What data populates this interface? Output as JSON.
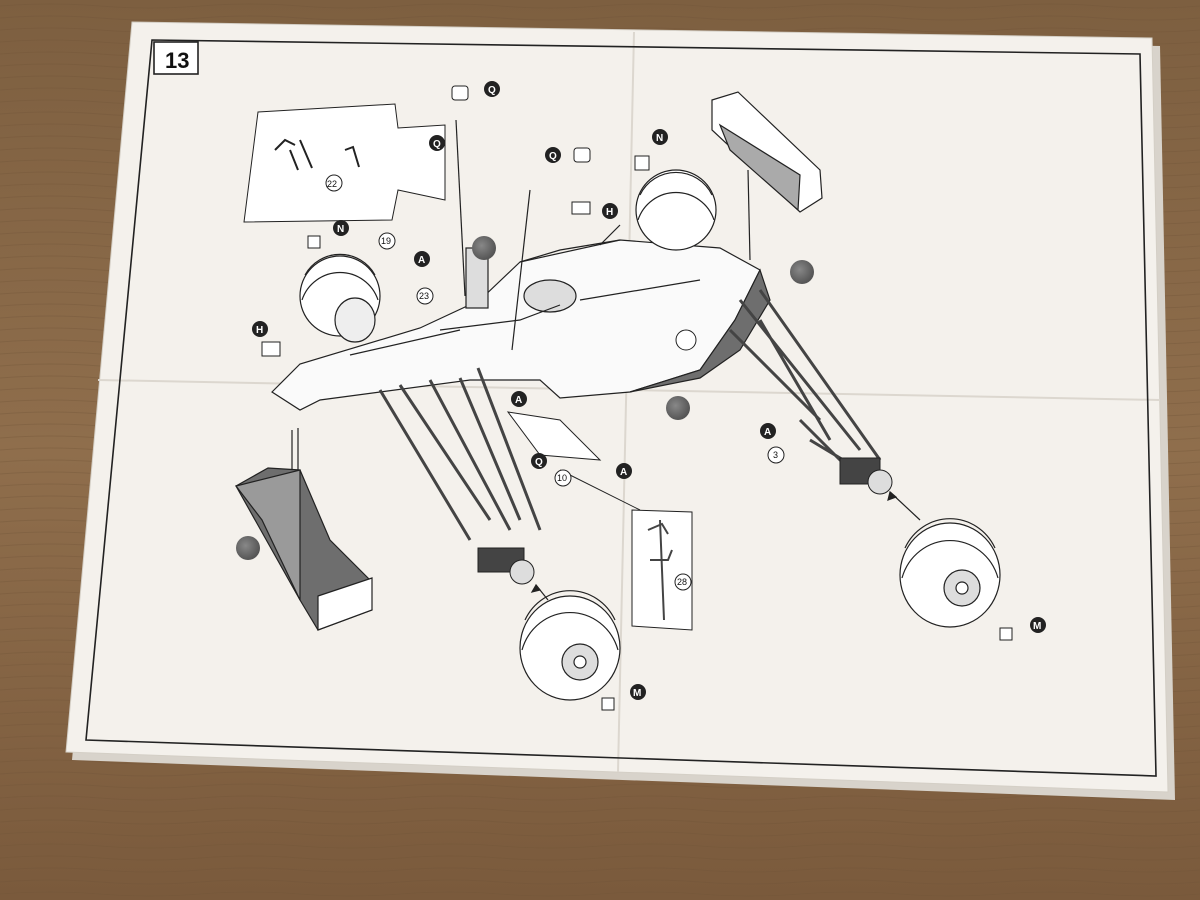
{
  "step": {
    "number": "13"
  },
  "parts": {
    "Q1": "Q",
    "Q2": "Q",
    "Q3": "Q",
    "Q4": "Q",
    "N1": "N",
    "N2": "N",
    "H1": "H",
    "H2": "H",
    "A1": "A",
    "A2": "A",
    "A3": "A",
    "A4": "A",
    "M1": "M",
    "M2": "M"
  },
  "numbers": {
    "n22": "22",
    "n19": "19",
    "n23": "23",
    "n10": "10",
    "n3": "3",
    "n28": "28"
  },
  "colors": {
    "table": "#8a6a4a",
    "paper": "#f4f1ec",
    "line": "#222222",
    "shade": "#6e6e6e"
  }
}
